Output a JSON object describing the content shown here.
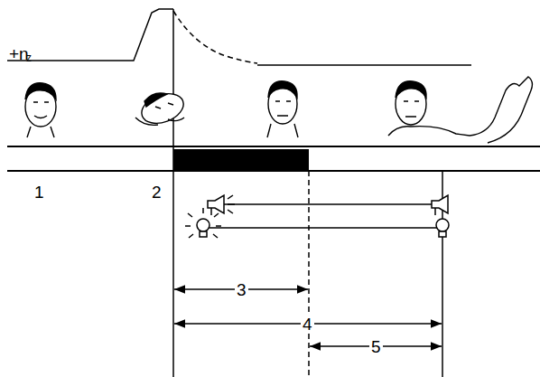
{
  "diagram": {
    "labels": [
      "+n",
      "z",
      "1",
      "2",
      "3",
      "4",
      "5"
    ]
  }
}
